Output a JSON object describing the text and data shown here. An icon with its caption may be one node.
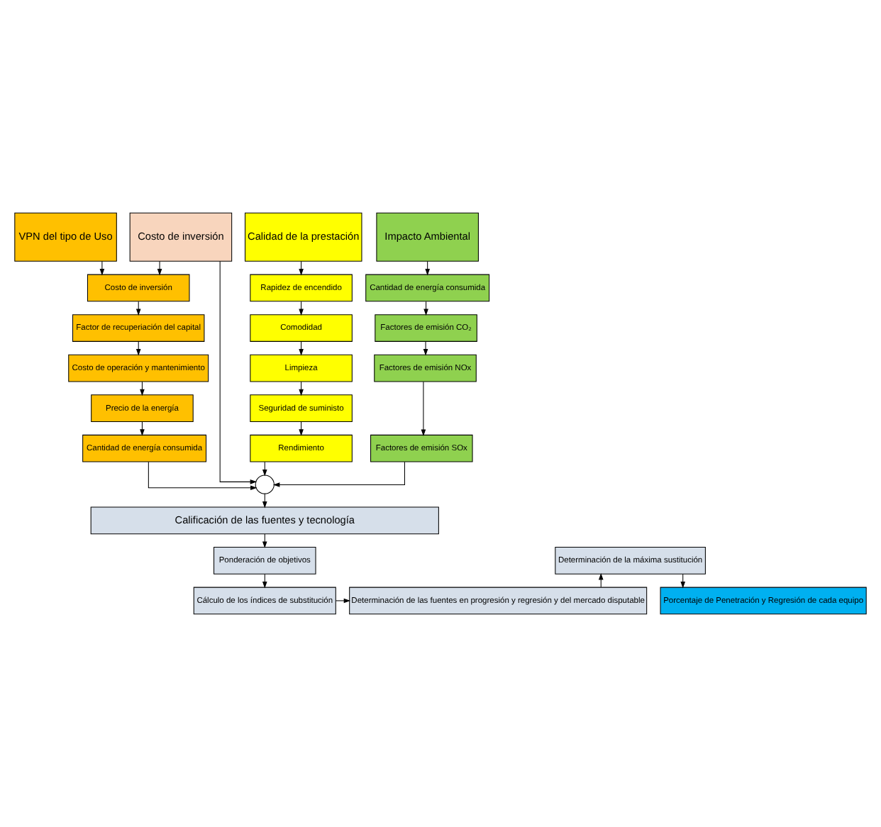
{
  "diagram": {
    "nodes": [
      {
        "text": [
          "VPN del tipo de Uso"
        ]
      },
      {
        "text": [
          "Costo de inversión"
        ]
      },
      {
        "text": [
          "Calidad de la prestación"
        ]
      },
      {
        "text": [
          "Impacto Ambiental"
        ]
      },
      {
        "text": [
          "Costo de inversión"
        ]
      },
      {
        "text": [
          "Factor de recuperiación del capital"
        ]
      },
      {
        "text": [
          "Costo de operación y mantenimiento"
        ]
      },
      {
        "text": [
          "Precio de la energía"
        ]
      },
      {
        "text": [
          "Cantidad de energía consumida"
        ]
      },
      {
        "text": [
          "Rapidez de encendido"
        ]
      },
      {
        "text": [
          "Comodidad"
        ]
      },
      {
        "text": [
          "Limpieza"
        ]
      },
      {
        "text": [
          "Seguridad de suministo"
        ]
      },
      {
        "text": [
          "Rendimiento"
        ]
      },
      {
        "text": [
          "Cantidad de energía consumida"
        ]
      },
      {
        "text": [
          "Factores de emisión CO₂"
        ]
      },
      {
        "text": [
          "Factores de emisión NOx"
        ]
      },
      {
        "text": [
          "Factores de emisión SOx"
        ]
      },
      {
        "text": [],
        "shape": "circle"
      },
      {
        "text": [
          "Calificación de las fuentes y tecnología"
        ]
      },
      {
        "text": [
          "Ponderación de objetivos"
        ]
      },
      {
        "text": [
          "Cálculo de los índices de substitución"
        ]
      },
      {
        "text": [
          "Determinación de las fuentes en progresión y regresión y del mercado disputable"
        ]
      },
      {
        "text": [
          "Determinación de la máxima sustitución"
        ]
      },
      {
        "text": [
          "Porcentaje de Penetración y Regresión de cada equipo"
        ]
      }
    ],
    "edges": [
      {
        "from": 0,
        "to": 4,
        "arrow": "to"
      },
      {
        "from": 1,
        "to": 4,
        "arrow": "to"
      },
      {
        "from": 4,
        "to": 5,
        "arrow": "to"
      },
      {
        "from": 5,
        "to": 6,
        "arrow": "to"
      },
      {
        "from": 6,
        "to": 7,
        "arrow": "to"
      },
      {
        "from": 7,
        "to": 8,
        "arrow": "to"
      },
      {
        "from": 1,
        "to": 18,
        "arrow": "to"
      },
      {
        "from": 2,
        "to": 9,
        "arrow": "to"
      },
      {
        "from": 9,
        "to": 10,
        "arrow": "to"
      },
      {
        "from": 10,
        "to": 11,
        "arrow": "to"
      },
      {
        "from": 11,
        "to": 12,
        "arrow": "to"
      },
      {
        "from": 12,
        "to": 13,
        "arrow": "to"
      },
      {
        "from": 13,
        "to": 18,
        "arrow": "to"
      },
      {
        "from": 3,
        "to": 14,
        "arrow": "to"
      },
      {
        "from": 14,
        "to": 15,
        "arrow": "to"
      },
      {
        "from": 15,
        "to": 16,
        "arrow": "to"
      },
      {
        "from": 16,
        "to": 17,
        "arrow": "to"
      },
      {
        "from": 8,
        "to": 18,
        "arrow": "to"
      },
      {
        "from": 17,
        "to": 18,
        "arrow": "to"
      },
      {
        "from": 18,
        "to": 19,
        "arrow": "to"
      },
      {
        "from": 19,
        "to": 20,
        "arrow": "to"
      },
      {
        "from": 20,
        "to": 21,
        "arrow": "to"
      },
      {
        "from": 21,
        "to": 22,
        "arrow": "to"
      },
      {
        "from": 22,
        "to": 23,
        "arrow": "to"
      },
      {
        "from": 23,
        "to": 24,
        "arrow": "to"
      }
    ]
  }
}
